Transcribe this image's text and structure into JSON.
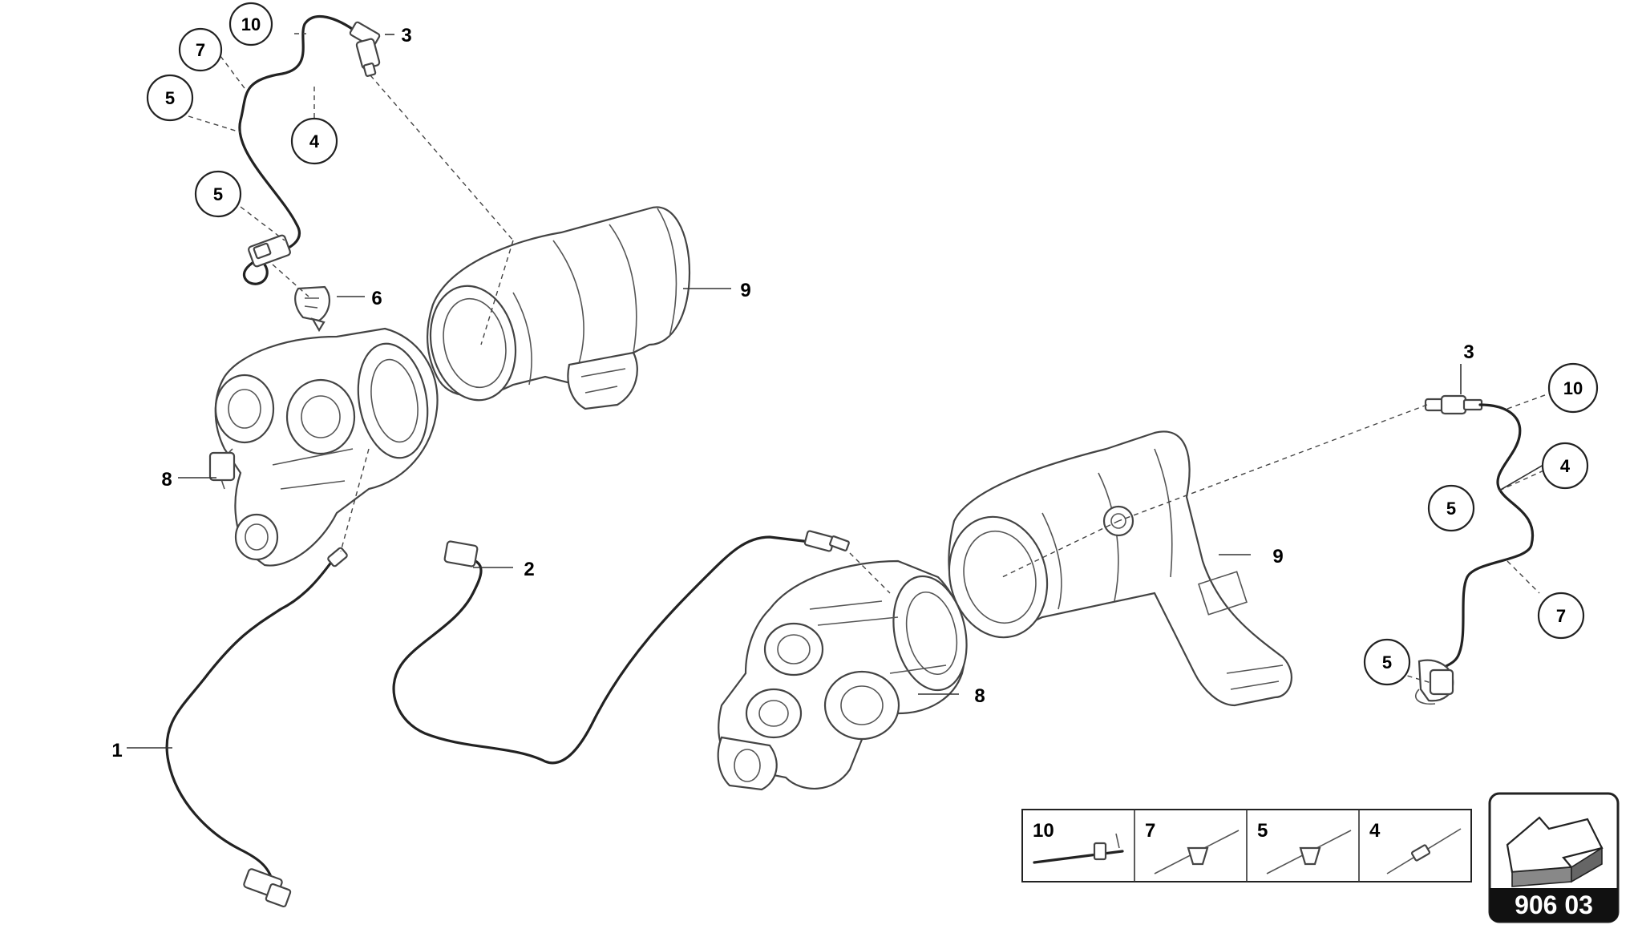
{
  "diagram": {
    "page_code": "906 03",
    "callouts": {
      "c10_tl": "10",
      "c7_tl": "7",
      "c5_tl_a": "5",
      "c4_tl": "4",
      "c5_tl_b": "5",
      "c3_tl": "3",
      "c6": "6",
      "c9_tl": "9",
      "c8_tl": "8",
      "c1": "1",
      "c2": "2",
      "c9_r": "9",
      "c8_r": "8",
      "c3_r": "3",
      "c10_r": "10",
      "c4_r": "4",
      "c5_r_a": "5",
      "c7_r": "7",
      "c5_r_b": "5"
    },
    "legend": [
      {
        "number": "10"
      },
      {
        "number": "7"
      },
      {
        "number": "5"
      },
      {
        "number": "4"
      }
    ]
  }
}
